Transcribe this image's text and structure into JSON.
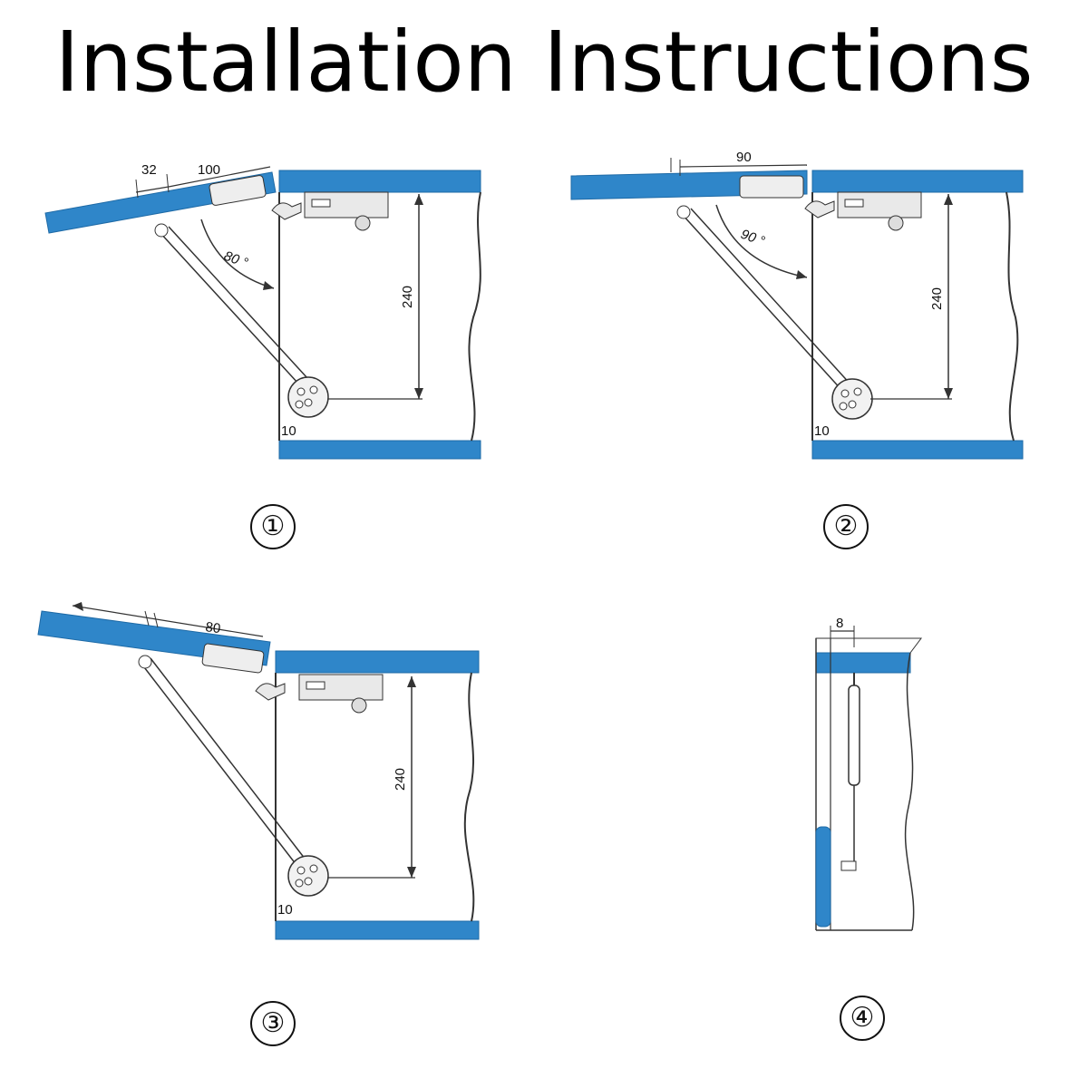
{
  "title": "Installation Instructions",
  "colors": {
    "board": "#2f86c9",
    "board_edge": "#1e6aa6",
    "line": "#333333",
    "hinge": "#e9e9e9"
  },
  "icons": [
    "gas-strut-icon",
    "hinge-bracket-icon",
    "mounting-plate-icon"
  ],
  "steps": [
    {
      "number": "①",
      "offset_a": "32",
      "offset_b": "100",
      "angle": "80 °",
      "height": "240",
      "bottom": "10"
    },
    {
      "number": "②",
      "offset_a": "90",
      "angle": "90 °",
      "height": "240",
      "bottom": "10"
    },
    {
      "number": "③",
      "offset_a": "80",
      "height": "240",
      "bottom": "10"
    },
    {
      "number": "④",
      "offset_a": "8"
    }
  ]
}
